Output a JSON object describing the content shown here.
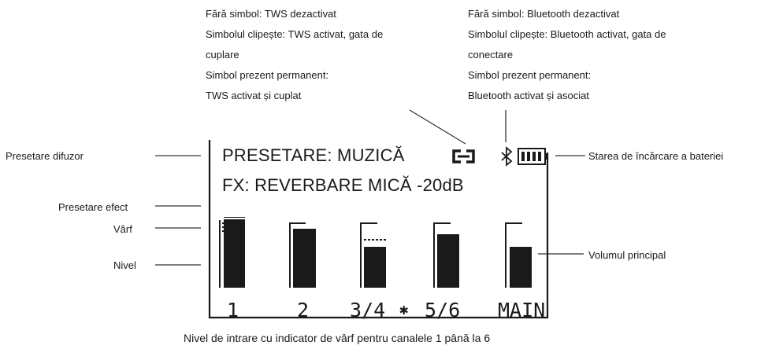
{
  "tws_note": {
    "line1": "Fără simbol: TWS dezactivat",
    "line2": "Simbolul clipește: TWS activat, gata de",
    "line3": "cuplare",
    "line4": "Simbol prezent permanent:",
    "line5": "TWS activat și cuplat"
  },
  "bt_note": {
    "line1": "Fără simbol: Bluetooth dezactivat",
    "line2": "Simbolul clipește: Bluetooth activat, gata de",
    "line3": "conectare",
    "line4": "Simbol prezent permanent:",
    "line5": "Bluetooth activat și asociat"
  },
  "labels": {
    "speaker_preset": "Presetare difuzor",
    "effect_preset": "Presetare efect",
    "peak": "Vârf",
    "level": "Nivel",
    "battery": "Starea de încărcare a bateriei",
    "master": "Volumul principal",
    "bottom": "Nivel de intrare cu indicator de vârf pentru canalele 1 până la 6"
  },
  "lcd": {
    "preset_line": "PRESETARE: MUZICĂ",
    "fx_line": "FX: REVERBARE MICĂ -20dB",
    "channels": [
      "1",
      "2",
      "3/4",
      "5/6",
      "MAIN"
    ],
    "bluetooth_glyph": "✱"
  },
  "colors": {
    "ink": "#1a1a1a",
    "line": "#333333"
  },
  "icons": [
    "tws-link-icon",
    "bluetooth-icon",
    "battery-icon",
    "bluetooth-channel-icon"
  ]
}
